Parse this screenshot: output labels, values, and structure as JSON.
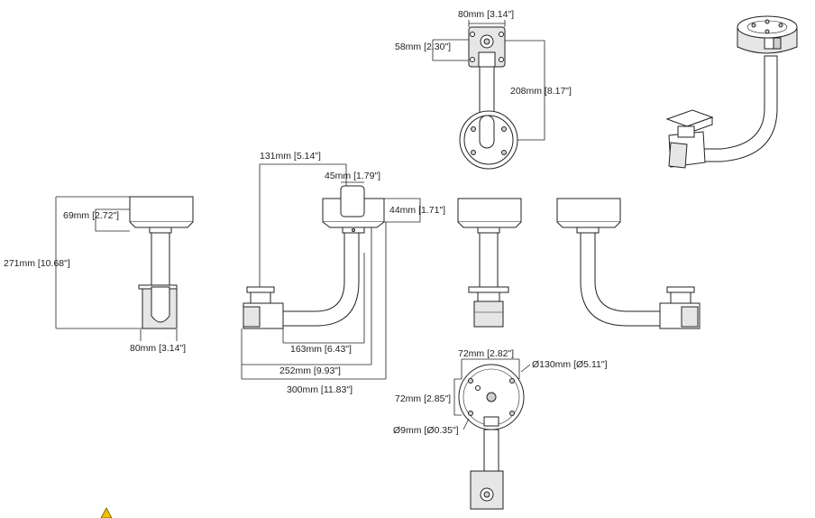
{
  "dimensions": {
    "top_width": "80mm [3.14\"]",
    "top_mount_height": "58mm [2.30\"]",
    "top_total_height": "208mm [8.17\"]",
    "horizontal_reach": "131mm [5.14\"]",
    "box_depth": "45mm [1.79\"]",
    "box_height": "44mm [1.71\"]",
    "side_box_height": "69mm [2.72\"]",
    "overall_height": "271mm [10.68\"]",
    "side_bottom_width": "80mm [3.14\"]",
    "reach_163": "163mm [6.43\"]",
    "reach_252": "252mm [9.93\"]",
    "reach_300": "300mm [11.83\"]",
    "bottom_width": "72mm [2.82\"]",
    "bottom_height": "72mm [2.85\"]",
    "bottom_diameter": "Ø130mm [Ø5.11\"]",
    "hole_diameter": "Ø9mm [Ø0.35\"]"
  },
  "colors": {
    "line": "#222222",
    "fill": "#ffffff",
    "shade": "#e6e6e6",
    "warning": "#f2c200"
  },
  "icons": {
    "warning": "warning-triangle-icon"
  }
}
